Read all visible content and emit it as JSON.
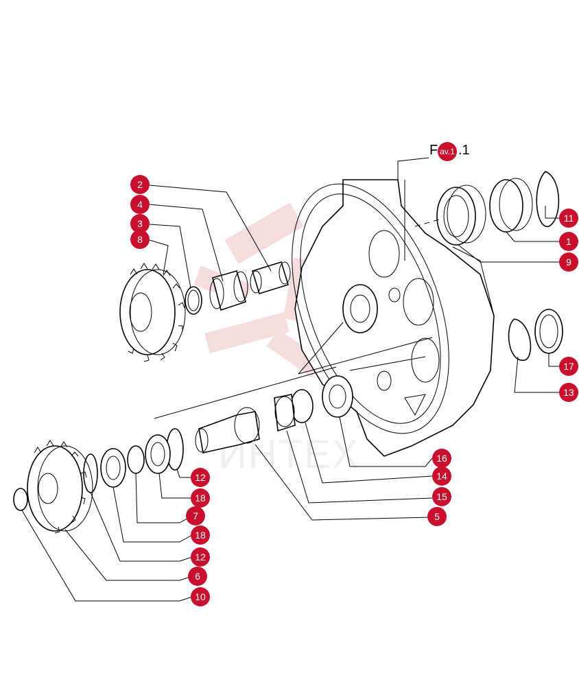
{
  "figure": {
    "reference": "Fav.1.1",
    "reference_parts": [
      "F",
      "av.1",
      ".1"
    ],
    "watermark_text": "ИНТЕХ",
    "accent_color": "#c8102e"
  },
  "callouts": [
    {
      "id": "c2",
      "number": "2"
    },
    {
      "id": "c4",
      "number": "4"
    },
    {
      "id": "c3",
      "number": "3"
    },
    {
      "id": "c8",
      "number": "8"
    },
    {
      "id": "c11",
      "number": "11"
    },
    {
      "id": "c1",
      "number": "1"
    },
    {
      "id": "c9",
      "number": "9"
    },
    {
      "id": "c17",
      "number": "17"
    },
    {
      "id": "c13",
      "number": "13"
    },
    {
      "id": "c16",
      "number": "16"
    },
    {
      "id": "c14",
      "number": "14"
    },
    {
      "id": "c15",
      "number": "15"
    },
    {
      "id": "c5",
      "number": "5"
    },
    {
      "id": "c12a",
      "number": "12"
    },
    {
      "id": "c18a",
      "number": "18"
    },
    {
      "id": "c7",
      "number": "7"
    },
    {
      "id": "c18b",
      "number": "18"
    },
    {
      "id": "c12b",
      "number": "12"
    },
    {
      "id": "c6",
      "number": "6"
    },
    {
      "id": "c10",
      "number": "10"
    }
  ]
}
